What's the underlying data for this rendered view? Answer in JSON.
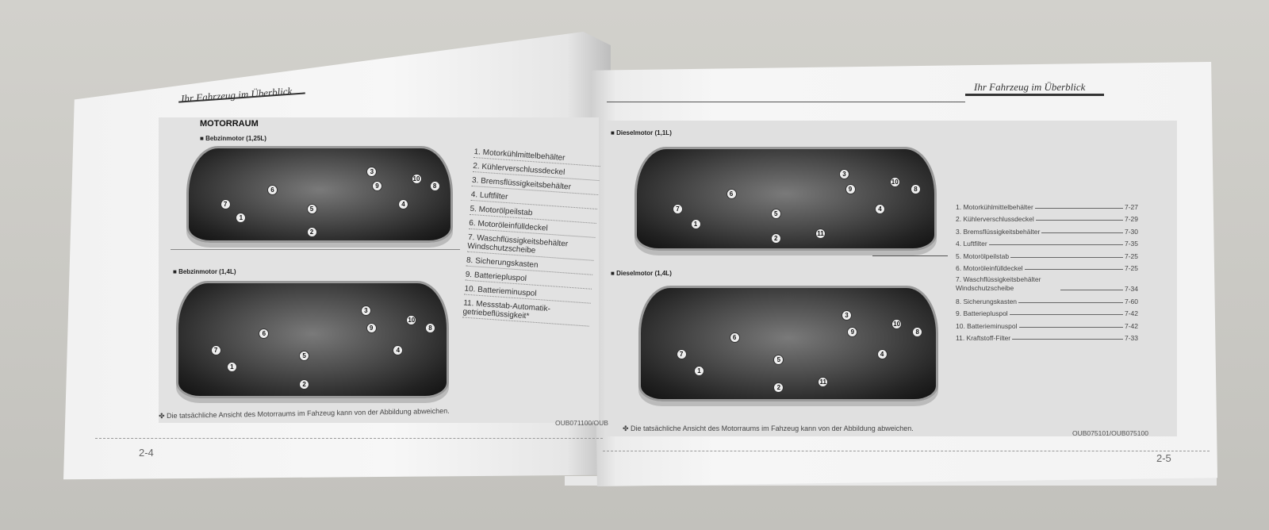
{
  "header_title": "Ihr Fahrzeug im Überblick",
  "left_page": {
    "section_title": "MOTORRAUM",
    "engines": [
      {
        "caption": "Bebzinmotor (1,25L)",
        "labels": [
          "1",
          "2",
          "3",
          "4",
          "5",
          "6",
          "7",
          "8",
          "9",
          "10"
        ]
      },
      {
        "caption": "Bebzinmotor (1,4L)",
        "labels": [
          "1",
          "2",
          "3",
          "4",
          "5",
          "6",
          "7",
          "8",
          "9",
          "10"
        ]
      }
    ],
    "items": [
      "1. Motorkühlmittelbehälter",
      "2. Kühlerverschlussdeckel",
      "3. Bremsflüssigkeitsbehälter",
      "4. Luftfilter",
      "5. Motorölpeilstab",
      "6. Motoröleinfülldeckel",
      "7. Waschflüssigkeitsbehälter Windschutzscheibe",
      "8. Sicherungskasten",
      "9. Batteriepluspol",
      "10. Batterieminuspol",
      "11. Messstab-Automatik-getriebeflüssigkeit*"
    ],
    "note": "✤ Die tatsächliche Ansicht des Motorraums im Fahzeug kann von der Abbildung abweichen.",
    "image_code": "OUB071100/OUB",
    "page_number": "2-4"
  },
  "right_page": {
    "engines": [
      {
        "caption": "Dieselmotor (1,1L)",
        "labels": [
          "1",
          "2",
          "3",
          "4",
          "5",
          "6",
          "7",
          "8",
          "9",
          "10",
          "11"
        ]
      },
      {
        "caption": "Dieselmotor (1,4L)",
        "labels": [
          "1",
          "2",
          "3",
          "4",
          "5",
          "6",
          "7",
          "8",
          "9",
          "10",
          "11"
        ]
      }
    ],
    "items": [
      {
        "label": "1. Motorkühlmittelbehälter",
        "page": "7-27"
      },
      {
        "label": "2. Kühlerverschlussdeckel",
        "page": "7-29"
      },
      {
        "label": "3. Bremsflüssigkeitsbehälter",
        "page": "7-30"
      },
      {
        "label": "4. Luftfilter",
        "page": "7-35"
      },
      {
        "label": "5. Motorölpeilstab",
        "page": "7-25"
      },
      {
        "label": "6. Motoröleinfülldeckel",
        "page": "7-25"
      },
      {
        "label": "7. Waschflüssigkeitsbehälter Windschutzscheibe",
        "page": "7-34"
      },
      {
        "label": "8. Sicherungskasten",
        "page": "7-60"
      },
      {
        "label": "9. Batteriepluspol",
        "page": "7-42"
      },
      {
        "label": "10. Batterieminuspol",
        "page": "7-42"
      },
      {
        "label": "11. Kraftstoff-Filter",
        "page": "7-33"
      }
    ],
    "note": "✤ Die tatsächliche Ansicht des Motorraums im Fahzeug kann von der Abbildung abweichen.",
    "image_code": "OUB075101/OUB075100",
    "page_number": "2-5"
  }
}
